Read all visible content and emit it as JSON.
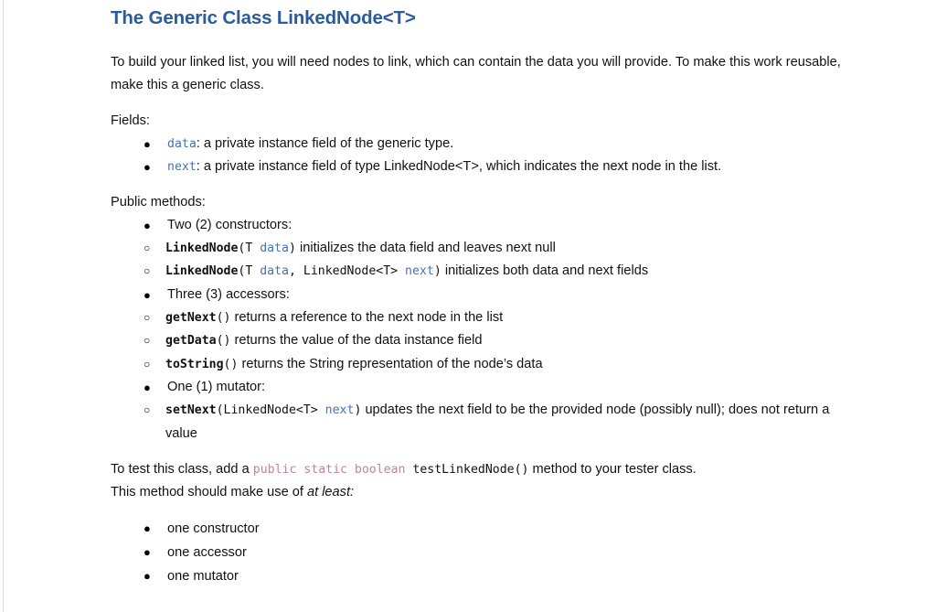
{
  "document": {
    "title": "The Generic Class LinkedNode<T>",
    "title_color": "#2a5b9b",
    "intro": "To build your linked list, you will need nodes to link, which can contain the data you will provide. To make this work reusable, make this a generic class.",
    "fields_heading": "Fields:",
    "fields": [
      {
        "name": "data",
        "name_style": "code-blue",
        "description": ": a private instance field of the generic type."
      },
      {
        "name": "next",
        "name_style": "code-blue",
        "description": ": a private instance field of type LinkedNode<T>, which indicates the next node in the list."
      }
    ],
    "methods_heading": "Public methods:",
    "method_groups": [
      {
        "group_label": "Two (2) constructors:",
        "items": [
          {
            "signature_name": "LinkedNode",
            "signature_open": "(T ",
            "param1": "data",
            "signature_close": ")",
            "description": " initializes the data field and leaves next null"
          },
          {
            "signature_name": "LinkedNode",
            "signature_open": "(T ",
            "param1": "data",
            "signature_mid": ", LinkedNode<T> ",
            "param2": "next",
            "signature_close": ")",
            "description": " initializes both data and next fields"
          }
        ]
      },
      {
        "group_label": "Three (3) accessors:",
        "items": [
          {
            "signature_name": "getNext",
            "signature_close": "()",
            "description": " returns a reference to the next node in the list"
          },
          {
            "signature_name": "getData",
            "signature_close": "()",
            "description": " returns the value of the data instance field"
          },
          {
            "signature_name": "toString",
            "signature_close": "()",
            "description": " returns the String representation of the node’s data"
          }
        ]
      },
      {
        "group_label": "One (1) mutator:",
        "items": [
          {
            "signature_name": "setNext",
            "signature_open": "(LinkedNode<T> ",
            "param1": "next",
            "signature_close": ")",
            "description": " updates the next field to be the provided node (possibly null); does not return a value"
          }
        ]
      }
    ],
    "test_paragraph": {
      "lead": "To test this class, add a ",
      "keywords": "public static boolean",
      "method": " testLinkedNode()",
      "tail": " method to your tester class.",
      "second_line_lead": "This method should make use of ",
      "second_line_italic": "at least:"
    },
    "requirements": [
      "one constructor",
      "one accessor",
      "one mutator"
    ],
    "bullet_glyph_filled": "●",
    "bullet_glyph_hollow": "○",
    "colors": {
      "heading_blue": "#2a5b9b",
      "code_blue": "#4472b8",
      "keyword_purple": "#bc84a4",
      "body_text": "#111111",
      "page_rule": "#d6d6dd"
    }
  }
}
